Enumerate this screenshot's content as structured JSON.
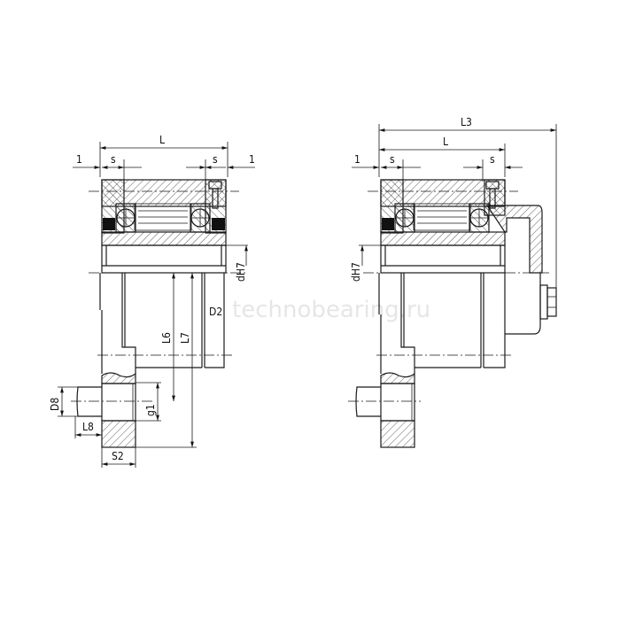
{
  "watermark": "technobearing.ru",
  "left_view": {
    "labels": {
      "L": "L",
      "one_left": "1",
      "one_right": "1",
      "s_left": "s",
      "s_right": "s",
      "dH7": "dH7",
      "D2": "D2",
      "L6": "L6",
      "L7": "L7",
      "D8": "D8",
      "L8": "L8",
      "g1": "g1",
      "S2": "S2"
    }
  },
  "right_view": {
    "labels": {
      "L3": "L3",
      "L": "L",
      "one_left": "1",
      "s_left": "s",
      "s_right": "s",
      "dH7": "dH7"
    }
  },
  "colors": {
    "line": "#1a1a1a",
    "background": "#ffffff",
    "watermark": "#e6e6e6"
  }
}
